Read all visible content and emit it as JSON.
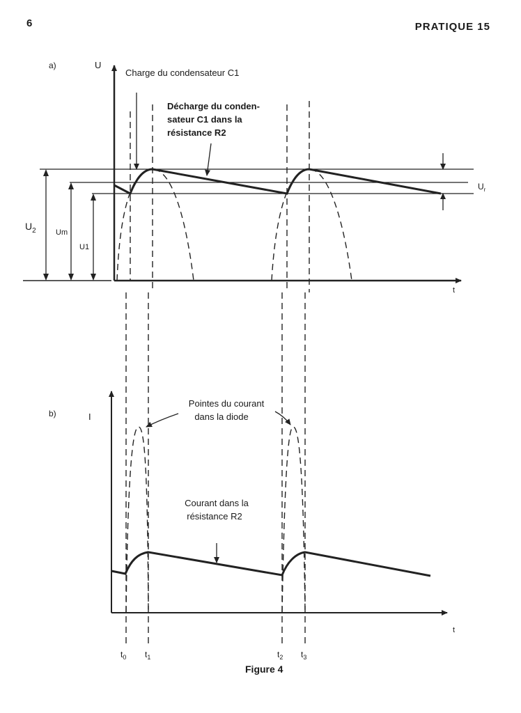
{
  "page": {
    "number": "6",
    "header": "PRATIQUE 15",
    "caption": "Figure 4"
  },
  "panel_a": {
    "label": "a)",
    "y_axis": "U",
    "x_axis": "t",
    "charge_label": "Charge du condensateur C1",
    "discharge_label": [
      "Décharge du conden-",
      "sateur C1 dans la",
      "résistance R2"
    ],
    "levels": {
      "u2": "U2",
      "um": "Um",
      "u1": "U1",
      "ur": "Ur"
    }
  },
  "panel_b": {
    "label": "b)",
    "y_axis": "I",
    "x_axis": "t",
    "diode_label": [
      "Pointes du courant",
      "dans la diode"
    ],
    "resistor_label": [
      "Courant dans la",
      "résistance R2"
    ]
  },
  "time_marks": [
    "t0",
    "t1",
    "t2",
    "t3"
  ]
}
